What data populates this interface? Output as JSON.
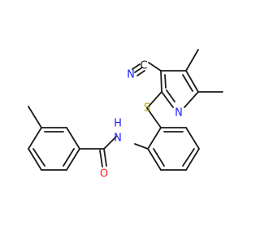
{
  "atoms": {
    "nitrile_n": {
      "text": "N",
      "color": "#2020ff"
    },
    "nitrile_c": {
      "text": "C",
      "color": "#1a1a1a"
    },
    "sulfur": {
      "text": "S",
      "color": "#b8a000"
    },
    "pyridine_n": {
      "text": "N",
      "color": "#2020ff"
    },
    "amide_n": {
      "text": "N",
      "color": "#2020ff"
    },
    "amide_h": {
      "text": "H",
      "color": "#2020ff"
    },
    "carbonyl_o": {
      "text": "O",
      "color": "#ff2020"
    }
  }
}
